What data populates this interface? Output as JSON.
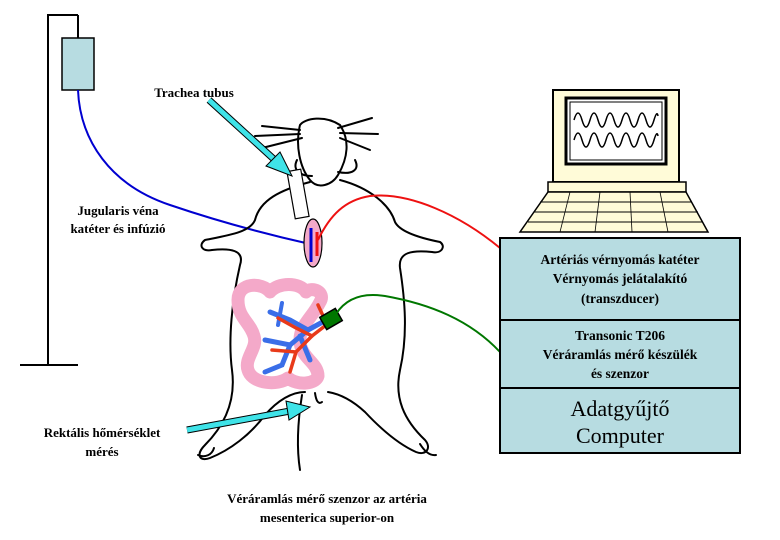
{
  "labels": {
    "trachea": "Trachea tubus",
    "jugular_line1": "Jugularis véna",
    "jugular_line2": "katéter és infúzió",
    "rectal_line1": "Rektális hőmérséklet",
    "rectal_line2": "mérés",
    "caption_line1": "Véráramlás mérő szenzor az artéria",
    "caption_line2": "mesenterica superior-on"
  },
  "boxes": {
    "pressure": {
      "line1": "Artériás vérnyomás katéter",
      "line2": "Vérnyomás jelátalakító",
      "line3": "(transzducer)"
    },
    "flow": {
      "line1": "Transonic T206",
      "line2": "Véráramlás mérő készülék",
      "line3": "és szenzor"
    },
    "computer": {
      "line1": "Adatgyűjtő",
      "line2": "Computer"
    }
  },
  "colors": {
    "box_fill": "#b7dce1",
    "iv_bag": "#b7dce1",
    "blue_line": "#0000d0",
    "red_line": "#ee1111",
    "green_line": "#007700",
    "cyan_arrow": "#3fe3e8",
    "intestine": "#f4a9c9",
    "vessels_blue": "#3a6ee8",
    "vessels_red": "#e83a1a",
    "jugular_pad": "#f4a9c9"
  },
  "icons": {
    "iv_stand": "iv-stand-icon",
    "rat": "rat-icon",
    "computer": "computer-monitor-icon",
    "keyboard": "keyboard-icon"
  }
}
